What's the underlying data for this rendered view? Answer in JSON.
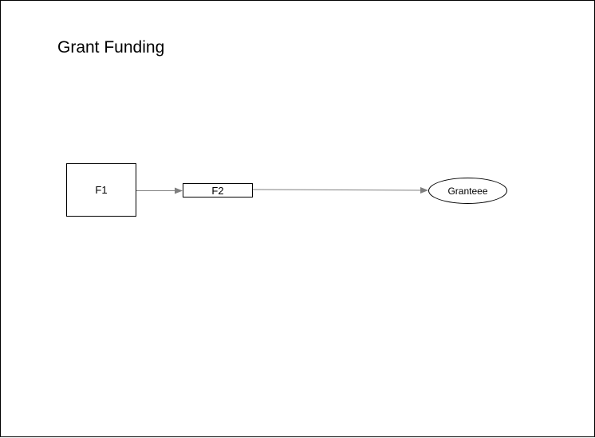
{
  "diagram": {
    "title": "Grant Funding",
    "nodes": [
      {
        "id": "f1",
        "label": "F1",
        "shape": "rectangle"
      },
      {
        "id": "f2",
        "label": "F2",
        "shape": "rectangle"
      },
      {
        "id": "grantee",
        "label": "Granteee",
        "shape": "ellipse"
      }
    ],
    "edges": [
      {
        "from": "f1",
        "to": "f2"
      },
      {
        "from": "f2",
        "to": "grantee"
      }
    ],
    "colors": {
      "border": "#000000",
      "connector": "#7f7f7f",
      "background": "#ffffff"
    }
  }
}
